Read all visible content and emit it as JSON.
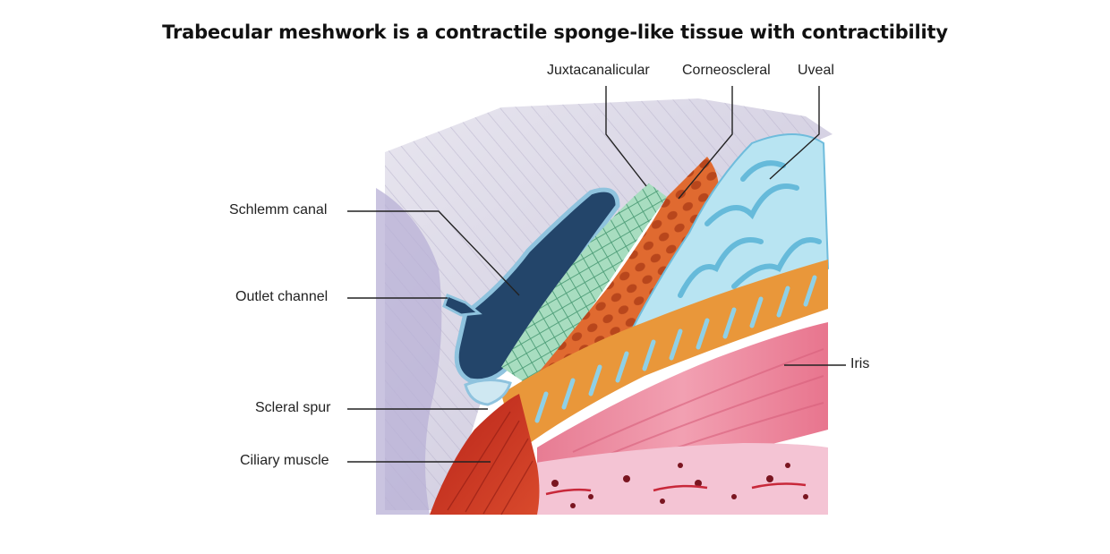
{
  "slide": {
    "title": "Trabecular meshwork is a contractile sponge-like tissue with contractibility"
  },
  "diagram": {
    "labels": {
      "juxtacanalicular": "Juxtacanalicular",
      "corneoscleral": "Corneoscleral",
      "uveal": "Uveal",
      "schlemm_canal": "Schlemm canal",
      "outlet_channel": "Outlet channel",
      "scleral_spur": "Scleral spur",
      "ciliary_muscle": "Ciliary muscle",
      "iris": "Iris"
    }
  },
  "colors": {
    "sclera": "#d9d5e6",
    "schlemm": "#1e3f5c",
    "juxtacanalicular": "#a8ddc0",
    "corneoscleral": "#d9622c",
    "uveal": "#8fd0e6",
    "iris": "#ef8fa3",
    "ciliary": "#c92a1e",
    "ciliary_body": "#f2b8cc"
  }
}
